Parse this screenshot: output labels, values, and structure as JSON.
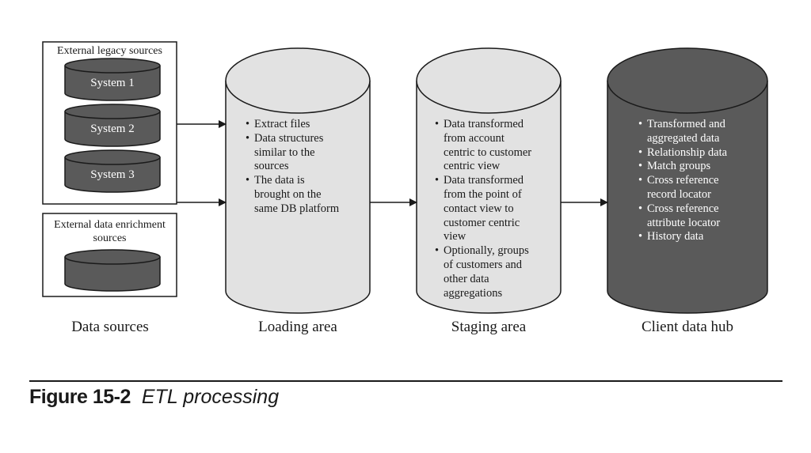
{
  "data_sources": {
    "legacy_box_title": "External legacy sources",
    "systems": [
      "System 1",
      "System 2",
      "System 3"
    ],
    "enrichment_box_title_line1": "External data enrichment",
    "enrichment_box_title_line2": "sources",
    "label": "Data sources"
  },
  "loading_area": {
    "label": "Loading area",
    "bullets": [
      [
        "Extract files"
      ],
      [
        "Data structures",
        "similar to the",
        "sources"
      ],
      [
        "The data is",
        "brought on the",
        "same DB platform"
      ]
    ]
  },
  "staging_area": {
    "label": "Staging area",
    "bullets": [
      [
        "Data transformed",
        "from account",
        "centric to customer",
        "centric view"
      ],
      [
        "Data transformed",
        "from the point of",
        "contact view to",
        "customer centric",
        "view"
      ],
      [
        "Optionally, groups",
        "of customers and",
        "other data",
        "aggregations"
      ]
    ]
  },
  "client_data_hub": {
    "label": "Client data hub",
    "bullets": [
      [
        "Transformed and",
        "aggregated data"
      ],
      [
        "Relationship data"
      ],
      [
        "Match groups"
      ],
      [
        "Cross reference",
        "record locator"
      ],
      [
        "Cross reference",
        "attribute locator"
      ],
      [
        "History data"
      ]
    ]
  },
  "caption": {
    "figure_number": "Figure 15-2",
    "figure_title": "ETL processing"
  },
  "colors": {
    "dark_fill": "#5a5a5a",
    "light_fill": "#e2e2e2",
    "stroke": "#1a1a1a"
  }
}
